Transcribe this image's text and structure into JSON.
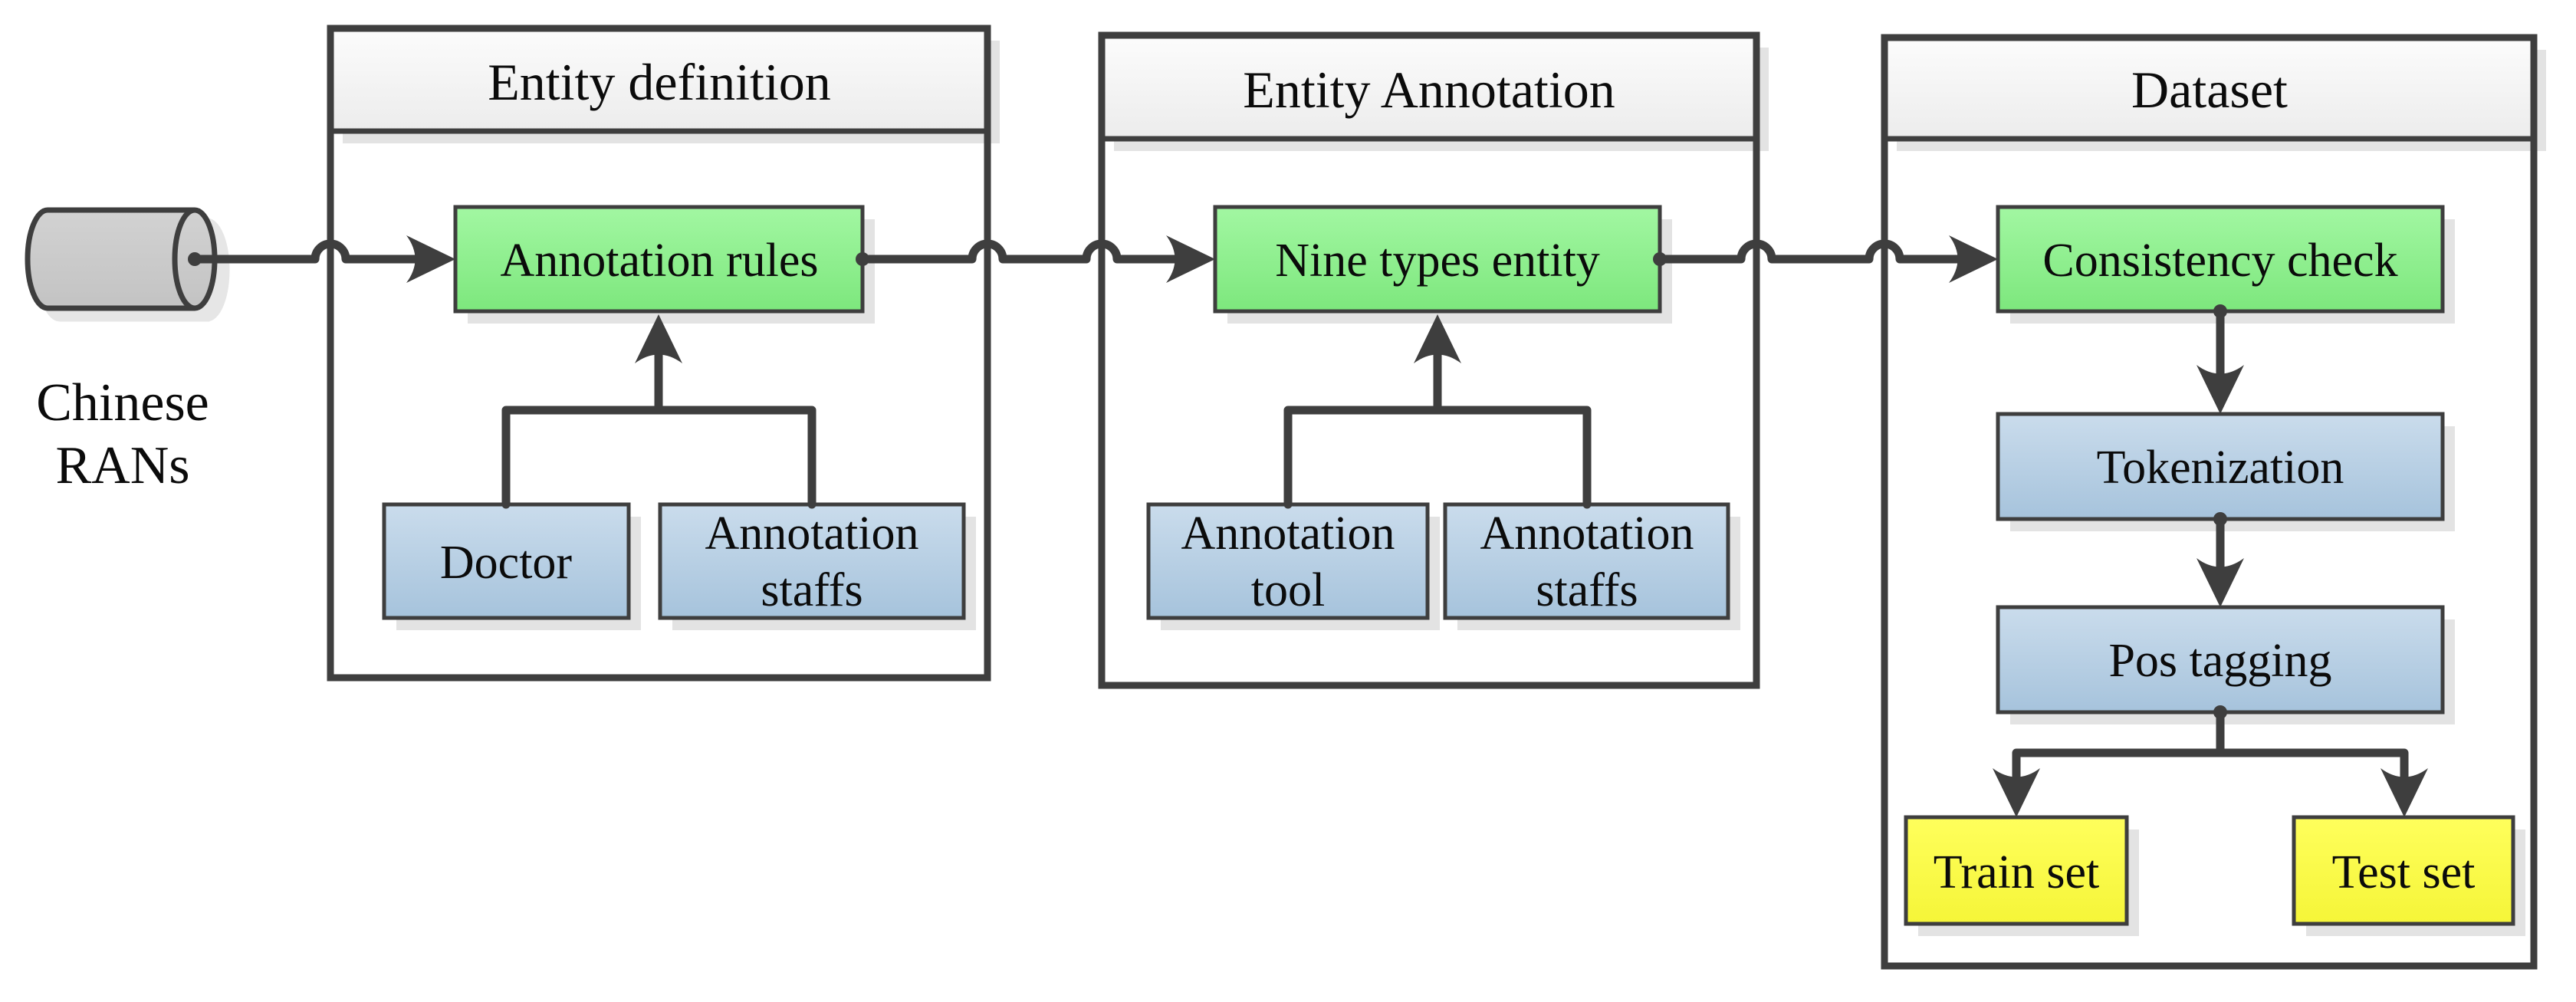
{
  "source": {
    "shape": "database-cylinder",
    "label_line1": "Chinese",
    "label_line2": "RANs"
  },
  "stage1": {
    "title": "Entity definition",
    "process": "Annotation rules",
    "input1": "Doctor",
    "input2_line1": "Annotation",
    "input2_line2": "staffs"
  },
  "stage2": {
    "title": "Entity Annotation",
    "process": "Nine types entity",
    "input1_line1": "Annotation",
    "input1_line2": "tool",
    "input2_line1": "Annotation",
    "input2_line2": "staffs"
  },
  "stage3": {
    "title": "Dataset",
    "process": "Consistency check",
    "step2": "Tokenization",
    "step3": "Pos tagging",
    "output1": "Train set",
    "output2": "Test set"
  },
  "colors": {
    "process_green": "#8fef8f",
    "step_blue": "#b8cfe4",
    "output_yellow": "#fbfb45",
    "source_gray": "#c9c9c9",
    "header_fill": "#f2f2f2",
    "line_dark": "#3e3e3e",
    "shadow_gray": "#e3e3e3",
    "background": "#ffffff"
  }
}
